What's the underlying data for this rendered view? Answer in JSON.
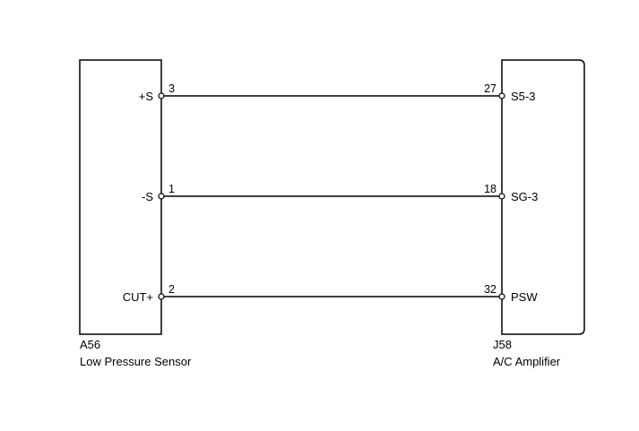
{
  "left_component": {
    "code": "A56",
    "name": "Low Pressure Sensor",
    "pins": [
      {
        "terminal": "+S",
        "number": "3"
      },
      {
        "terminal": "-S",
        "number": "1"
      },
      {
        "terminal": "CUT+",
        "number": "2"
      }
    ]
  },
  "right_component": {
    "code": "J58",
    "name": "A/C Amplifier",
    "pins": [
      {
        "terminal": "S5-3",
        "number": "27"
      },
      {
        "terminal": "SG-3",
        "number": "18"
      },
      {
        "terminal": "PSW",
        "number": "32"
      }
    ]
  },
  "wires": [
    {
      "from": "left_component.pins.0",
      "to": "right_component.pins.0"
    },
    {
      "from": "left_component.pins.1",
      "to": "right_component.pins.1"
    },
    {
      "from": "left_component.pins.2",
      "to": "right_component.pins.2"
    }
  ],
  "colors": {
    "line": "#000000",
    "background": "#ffffff"
  }
}
